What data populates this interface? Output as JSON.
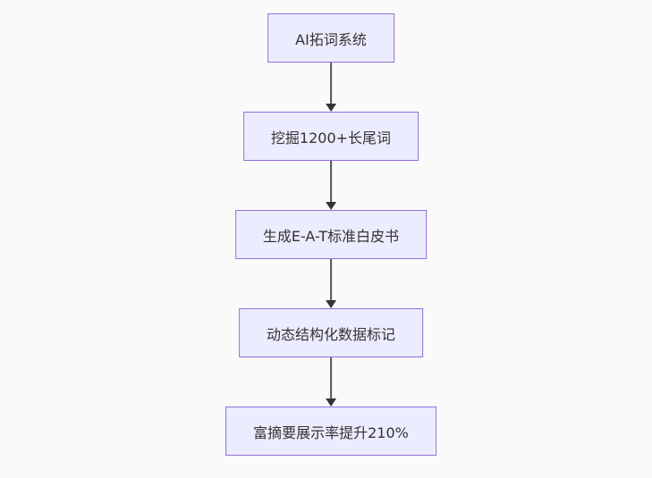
{
  "diagram": {
    "type": "flowchart",
    "direction": "top-down",
    "nodes": [
      {
        "id": "n1",
        "label": "AI拓词系统"
      },
      {
        "id": "n2",
        "label": "挖掘1200+长尾词"
      },
      {
        "id": "n3",
        "label": "生成E-A-T标准白皮书"
      },
      {
        "id": "n4",
        "label": "动态结构化数据标记"
      },
      {
        "id": "n5",
        "label": "富摘要展示率提升210%"
      }
    ],
    "edges": [
      {
        "from": "n1",
        "to": "n2",
        "style": "arrow-down"
      },
      {
        "from": "n2",
        "to": "n3",
        "style": "arrow-down"
      },
      {
        "from": "n3",
        "to": "n4",
        "style": "arrow-down"
      },
      {
        "from": "n4",
        "to": "n5",
        "style": "arrow-down"
      }
    ],
    "colors": {
      "background": "#fafafa",
      "node_fill": "#ececff",
      "node_border": "#9370db",
      "text": "#333333",
      "arrow_line": "#555555",
      "arrow_head": "#333333"
    }
  }
}
